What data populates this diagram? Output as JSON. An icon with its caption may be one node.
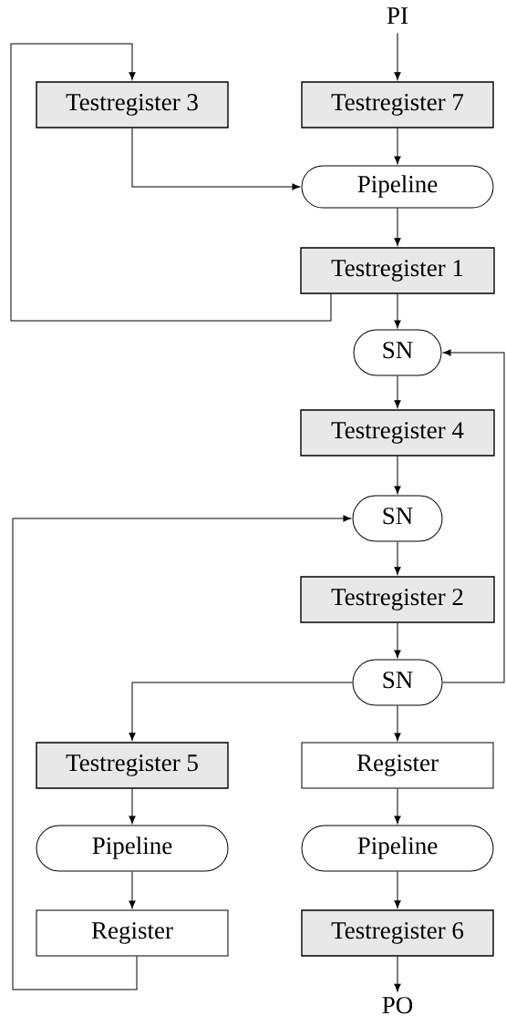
{
  "diagram": {
    "nodes": [
      {
        "text": [
          "PI"
        ]
      },
      {
        "text": [
          "Testregister 3"
        ]
      },
      {
        "text": [
          "Testregister 7"
        ]
      },
      {
        "text": [
          "Pipeline"
        ]
      },
      {
        "text": [
          "Testregister 1"
        ]
      },
      {
        "text": [
          "SN"
        ]
      },
      {
        "text": [
          "Testregister 4"
        ]
      },
      {
        "text": [
          "SN"
        ]
      },
      {
        "text": [
          "Testregister 2"
        ]
      },
      {
        "text": [
          "SN"
        ]
      },
      {
        "text": [
          "Testregister 5"
        ]
      },
      {
        "text": [
          "Register"
        ]
      },
      {
        "text": [
          "Pipeline"
        ]
      },
      {
        "text": [
          "Pipeline"
        ]
      },
      {
        "text": [
          "Register"
        ]
      },
      {
        "text": [
          "Testregister 6"
        ]
      },
      {
        "text": [
          "PO"
        ]
      }
    ],
    "edges": [
      {
        "from": 0,
        "to": 2,
        "arrow": "to"
      },
      {
        "from": 1,
        "to": 3,
        "arrow": "to"
      },
      {
        "from": 2,
        "to": 3,
        "arrow": "to"
      },
      {
        "from": 3,
        "to": 4,
        "arrow": "to"
      },
      {
        "from": 4,
        "to": 1,
        "arrow": "to"
      },
      {
        "from": 4,
        "to": 5,
        "arrow": "to"
      },
      {
        "from": 5,
        "to": 6,
        "arrow": "to"
      },
      {
        "from": 6,
        "to": 7,
        "arrow": "to"
      },
      {
        "from": 7,
        "to": 8,
        "arrow": "to"
      },
      {
        "from": 8,
        "to": 9,
        "arrow": "to"
      },
      {
        "from": 9,
        "to": 5,
        "arrow": "to"
      },
      {
        "from": 9,
        "to": 10,
        "arrow": "to"
      },
      {
        "from": 9,
        "to": 11,
        "arrow": "to"
      },
      {
        "from": 10,
        "to": 12,
        "arrow": "to"
      },
      {
        "from": 12,
        "to": 14,
        "arrow": "to"
      },
      {
        "from": 14,
        "to": 7,
        "arrow": "to"
      },
      {
        "from": 11,
        "to": 13,
        "arrow": "to"
      },
      {
        "from": 13,
        "to": 15,
        "arrow": "to"
      },
      {
        "from": 15,
        "to": 16,
        "arrow": "to"
      }
    ]
  }
}
